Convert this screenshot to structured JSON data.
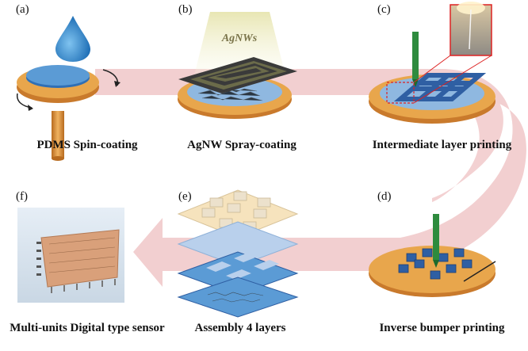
{
  "panels": [
    {
      "id": "a",
      "label": "(a)",
      "caption": "PDMS Spin-coating"
    },
    {
      "id": "b",
      "label": "(b)",
      "caption": "AgNW Spray-coating",
      "spray_text": "AgNWs"
    },
    {
      "id": "c",
      "label": "(c)",
      "caption": "Intermediate layer printing"
    },
    {
      "id": "d",
      "label": "(d)",
      "caption": "Inverse bumper printing"
    },
    {
      "id": "e",
      "label": "(e)",
      "caption": "Assembly 4 layers"
    },
    {
      "id": "f",
      "label": "(f)",
      "caption": "Multi-units Digital type sensor"
    }
  ],
  "colors": {
    "flow_arrow": "#f2cfd0",
    "orange_disc": "#e8a64c",
    "blue_film": "#5b9bd5",
    "dark_blue": "#2f5fa3",
    "green_nozzle": "#2e8b3e",
    "mask_dark": "#3a3a3a",
    "beige_layer": "#f6e3bd",
    "sensor_copper": "#d9a07a"
  }
}
